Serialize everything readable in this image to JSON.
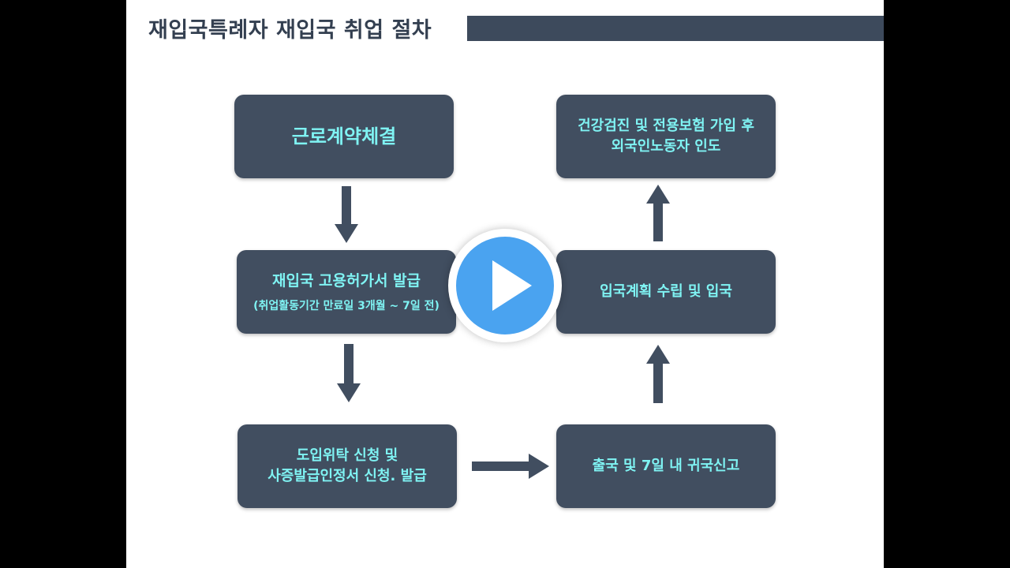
{
  "slide": {
    "title": "재입국특례자 재입국 취업 절차"
  },
  "steps": {
    "contract": {
      "line1": "근로계약체결"
    },
    "permit": {
      "line1": "재입국 고용허가서 발급",
      "note": "(취업활동기간 만료일 3개월 ~ 7일 전)"
    },
    "visa": {
      "line1": "도입위탁 신청 및",
      "line2": "사증발급인정서 신청. 발급"
    },
    "departure": {
      "line1": "출국 및 7일 내 귀국신고"
    },
    "entry": {
      "line1": "입국계획 수립 및 입국"
    },
    "handover": {
      "line1": "건강검진 및 전용보험 가입 후",
      "line2": "외국인노동자 인도"
    }
  },
  "icons": {
    "play": "play-icon",
    "arrows": "arrow-icon"
  },
  "colors": {
    "box": "#414e60",
    "box_text": "#7ff3f3",
    "title": "#333f50",
    "title_bar": "#3d4a5c",
    "play": "#4aa3f0"
  }
}
